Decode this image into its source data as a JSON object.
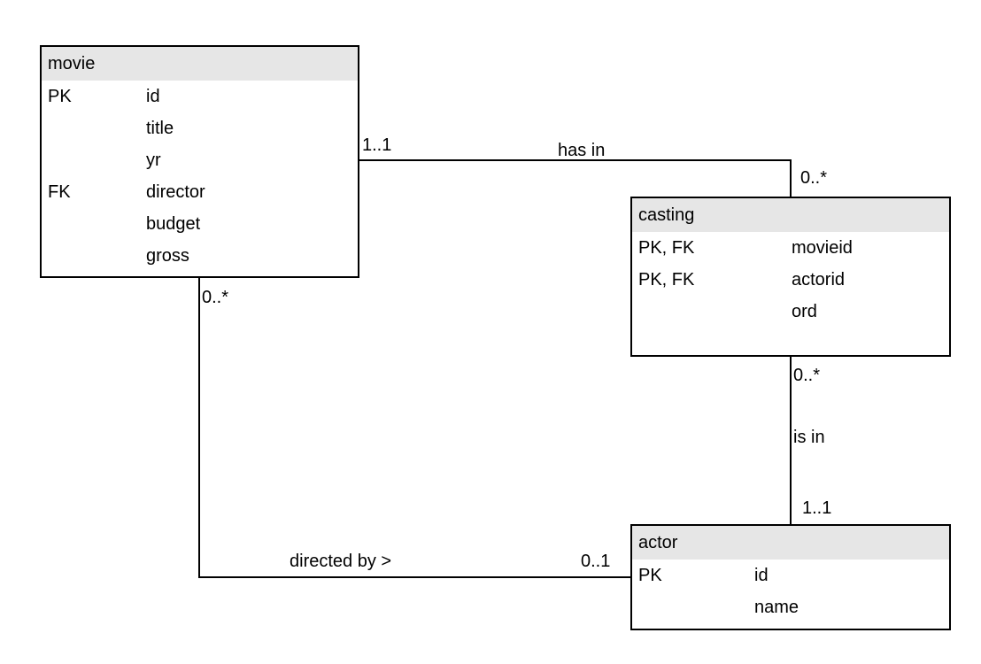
{
  "entities": [
    {
      "id": "movie",
      "title": "movie",
      "rows": [
        {
          "key": "PK",
          "field": "id"
        },
        {
          "key": "",
          "field": "title"
        },
        {
          "key": "",
          "field": "yr"
        },
        {
          "key": "FK",
          "field": "director"
        },
        {
          "key": "",
          "field": "budget"
        },
        {
          "key": "",
          "field": "gross"
        }
      ]
    },
    {
      "id": "casting",
      "title": "casting",
      "rows": [
        {
          "key": "PK, FK",
          "field": "movieid"
        },
        {
          "key": "PK, FK",
          "field": "actorid"
        },
        {
          "key": "",
          "field": "ord"
        }
      ]
    },
    {
      "id": "actor",
      "title": "actor",
      "rows": [
        {
          "key": "PK",
          "field": "id"
        },
        {
          "key": "",
          "field": "name"
        }
      ]
    }
  ],
  "relationships": {
    "movie_casting": {
      "label": "has in",
      "from_card": "1..1",
      "to_card": "0..*"
    },
    "casting_actor": {
      "label": "is in",
      "from_card": "0..*",
      "to_card": "1..1"
    },
    "movie_actor": {
      "label": "directed by >",
      "from_card": "0..*",
      "to_card": "0..1"
    }
  }
}
